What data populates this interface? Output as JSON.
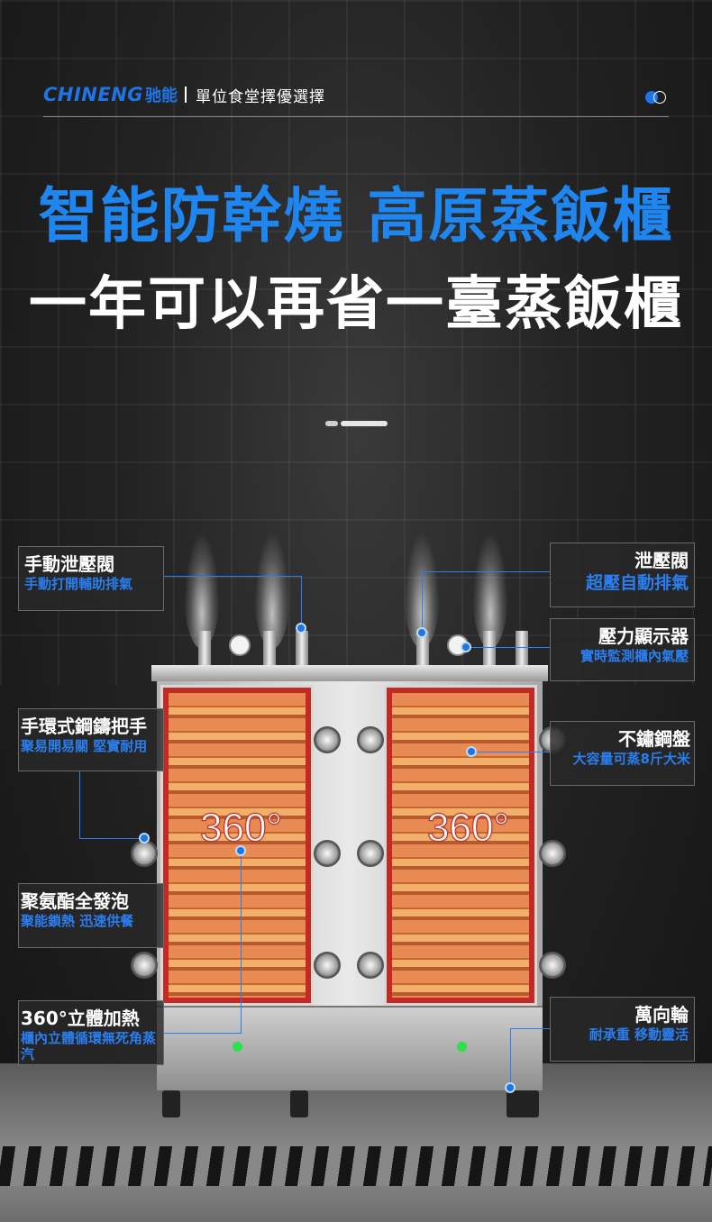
{
  "header": {
    "logo_text": "CHINENG",
    "logo_cn": "驰能",
    "tagline": "單位食堂擇優選擇",
    "accent_color": "#1f74e6"
  },
  "hero": {
    "title_line1": "智能防幹燒 高原蒸飯櫃",
    "title_line2": "一年可以再省一臺蒸飯櫃"
  },
  "product": {
    "door_left_badge": "360°",
    "door_right_badge": "360°"
  },
  "features": {
    "manual_valve": {
      "title": "手動泄壓閥",
      "desc": "手動打開輔助排氣"
    },
    "relief_valve": {
      "title": "泄壓閥",
      "desc": "超壓自動排氣"
    },
    "pressure_display": {
      "title": "壓力顯示器",
      "desc": "實時監測櫃內氣壓"
    },
    "handle": {
      "title": "手環式鋼鑄把手",
      "desc": "聚易開易關 堅實耐用"
    },
    "steel_tray": {
      "title": "不鏽鋼盤",
      "desc": "大容量可蒸8斤大米"
    },
    "foam": {
      "title": "聚氨酯全發泡",
      "desc": "聚能鎖熱 迅速供餐"
    },
    "heating": {
      "title": "360°立體加熱",
      "desc": "櫃內立體循環無死角蒸汽"
    },
    "wheels": {
      "title": "萬向輪",
      "desc": "耐承重 移動靈活"
    }
  }
}
